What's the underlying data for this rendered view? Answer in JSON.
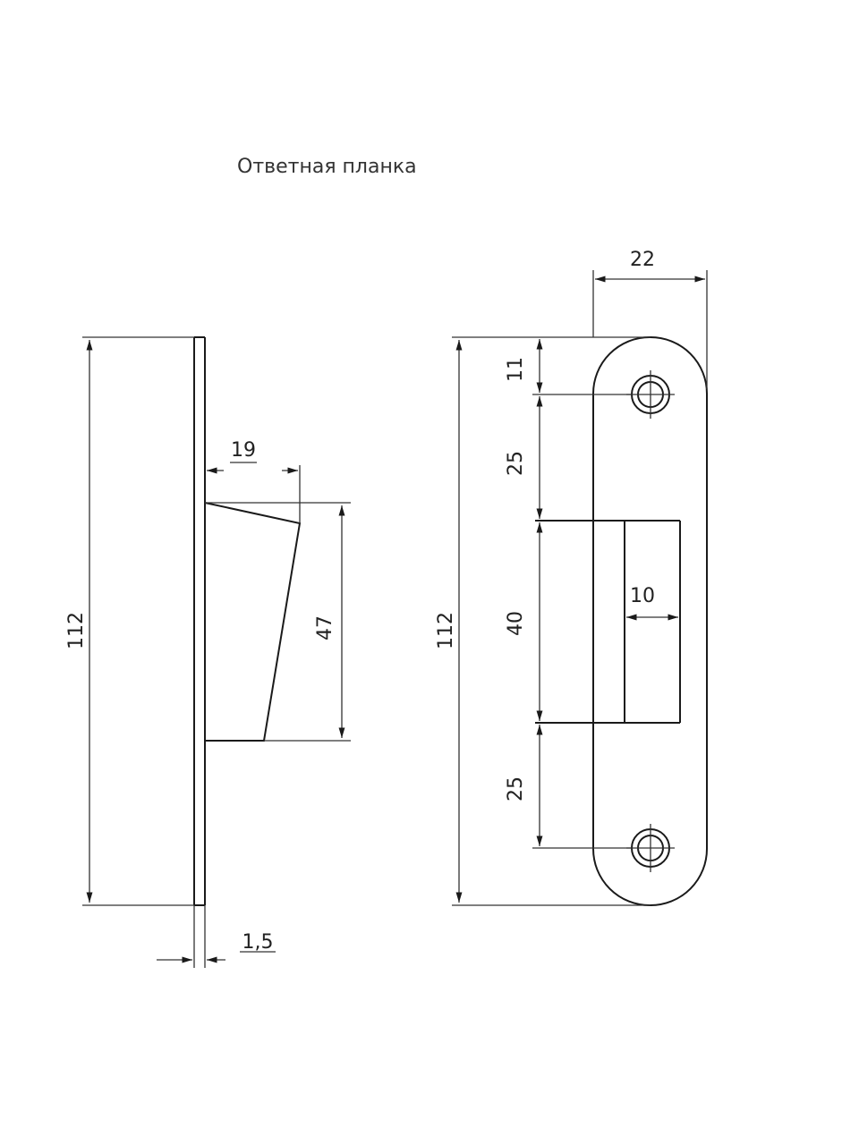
{
  "title": "Ответная планка",
  "dimensions": {
    "side_height": "112",
    "projection_depth": "19",
    "projection_height": "47",
    "plate_thickness": "1,5",
    "front_width": "22",
    "front_height": "112",
    "hole_offset_top": "11",
    "hole_to_slot_top": "25",
    "slot_height": "40",
    "slot_to_hole_bottom": "25",
    "slot_width": "10"
  }
}
